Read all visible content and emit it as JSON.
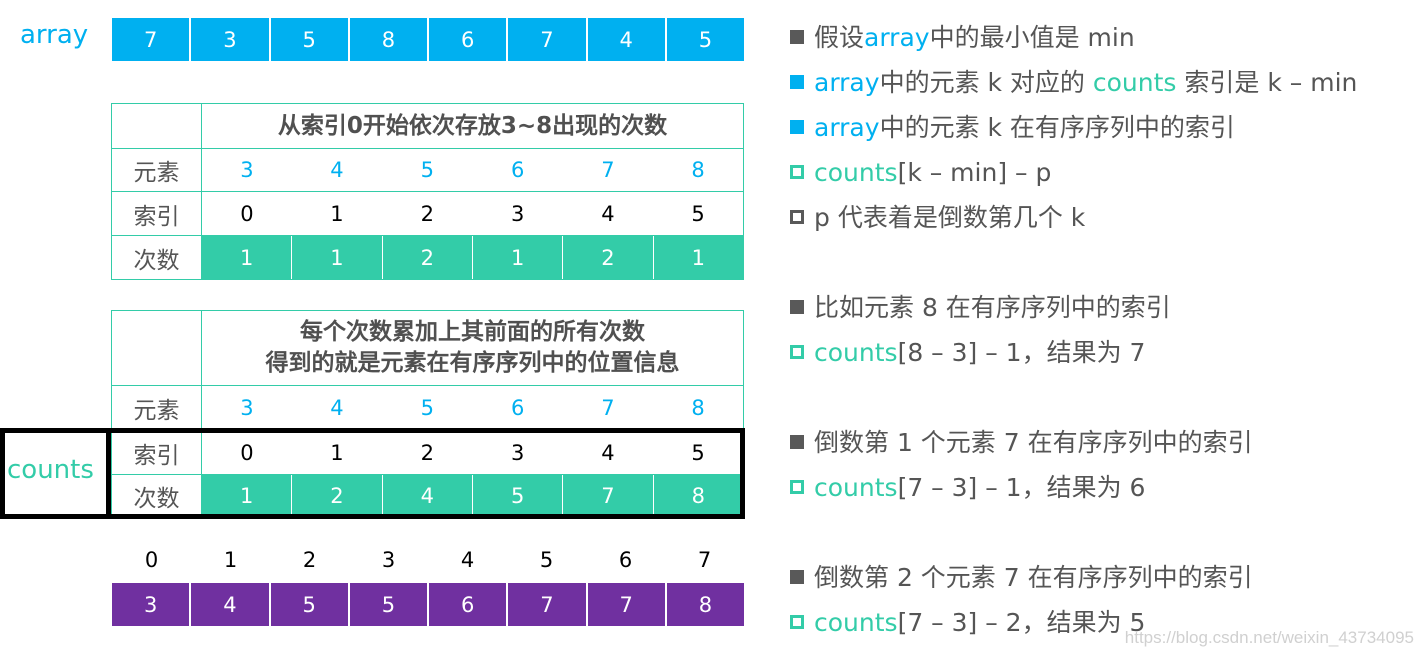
{
  "array": {
    "label": "array",
    "values": [
      "7",
      "3",
      "5",
      "8",
      "6",
      "7",
      "4",
      "5"
    ],
    "color": "#00B0F0"
  },
  "table1": {
    "header": "从索引0开始依次存放3~8出现的次数",
    "row_labels": {
      "element": "元素",
      "index": "索引",
      "count": "次数"
    },
    "elements": [
      "3",
      "4",
      "5",
      "6",
      "7",
      "8"
    ],
    "indices": [
      "0",
      "1",
      "2",
      "3",
      "4",
      "5"
    ],
    "counts": [
      "1",
      "1",
      "2",
      "1",
      "2",
      "1"
    ]
  },
  "table2": {
    "header_line1": "每个次数累加上其前面的所有次数",
    "header_line2": "得到的就是元素在有序序列中的位置信息",
    "row_labels": {
      "element": "元素",
      "index": "索引",
      "count": "次数"
    },
    "elements": [
      "3",
      "4",
      "5",
      "6",
      "7",
      "8"
    ],
    "indices": [
      "0",
      "1",
      "2",
      "3",
      "4",
      "5"
    ],
    "counts": [
      "1",
      "2",
      "4",
      "5",
      "7",
      "8"
    ],
    "side_label": "counts"
  },
  "sorted": {
    "indices": [
      "0",
      "1",
      "2",
      "3",
      "4",
      "5",
      "6",
      "7"
    ],
    "values": [
      "3",
      "4",
      "5",
      "5",
      "6",
      "7",
      "7",
      "8"
    ],
    "color": "#7030A0"
  },
  "notes": [
    {
      "bullet": "filled-gray",
      "parts": [
        [
          "假设",
          ""
        ],
        [
          "array",
          "blue"
        ],
        [
          "中的最小值是 min",
          ""
        ]
      ]
    },
    {
      "bullet": "filled-blue",
      "parts": [
        [
          "array",
          "blue"
        ],
        [
          "中的元素 k 对应的 ",
          ""
        ],
        [
          "counts",
          "teal"
        ],
        [
          " 索引是 k – min",
          ""
        ]
      ]
    },
    {
      "bullet": "filled-blue",
      "parts": [
        [
          "array",
          "blue"
        ],
        [
          "中的元素 k 在有序序列中的索引",
          ""
        ]
      ]
    },
    {
      "bullet": "hollow-teal",
      "parts": [
        [
          "counts",
          "teal"
        ],
        [
          "[k – min] – p",
          ""
        ]
      ]
    },
    {
      "bullet": "hollow-gray",
      "parts": [
        [
          "p 代表着是倒数第几个 k",
          ""
        ]
      ]
    },
    {
      "bullet": "filled-gray",
      "parts": [
        [
          "比如元素 8 在有序序列中的索引",
          ""
        ]
      ]
    },
    {
      "bullet": "hollow-teal",
      "parts": [
        [
          "counts",
          "teal"
        ],
        [
          "[8 – 3] – 1，结果为 7",
          ""
        ]
      ]
    },
    {
      "bullet": "filled-gray",
      "parts": [
        [
          "倒数第 1 个元素 7 在有序序列中的索引",
          ""
        ]
      ]
    },
    {
      "bullet": "hollow-teal",
      "parts": [
        [
          "counts",
          "teal"
        ],
        [
          "[7 – 3] – 1，结果为 6",
          ""
        ]
      ]
    },
    {
      "bullet": "filled-gray",
      "parts": [
        [
          "倒数第 2 个元素 7 在有序序列中的索引",
          ""
        ]
      ]
    },
    {
      "bullet": "hollow-teal",
      "parts": [
        [
          "counts",
          "teal"
        ],
        [
          "[7 – 3] – 2，结果为 5",
          ""
        ]
      ]
    }
  ],
  "watermark": "https://blog.csdn.net/weixin_43734095",
  "colors": {
    "blue": "#00B0F0",
    "teal": "#33CCA8",
    "purple": "#7030A0",
    "text_gray": "#555555"
  }
}
